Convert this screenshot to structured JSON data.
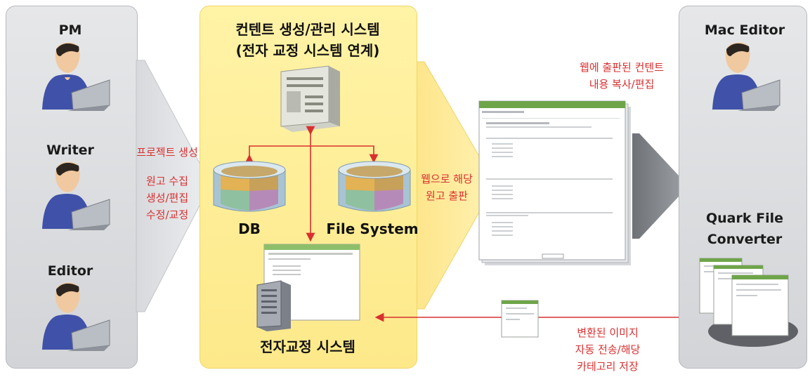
{
  "left_panel": {
    "people": [
      {
        "label": "PM"
      },
      {
        "label": "Writer"
      },
      {
        "label": "Editor"
      }
    ]
  },
  "center_panel": {
    "title_line1": "컨텐트 생성/관리 시스템",
    "title_line2": "(전자 교정 시스템 연계)",
    "db_label": "DB",
    "fs_label": "File System",
    "proof_label": "전자교정 시스템"
  },
  "right_panel": {
    "mac_editor_label": "Mac Editor",
    "converter_line1": "Quark File",
    "converter_line2": "Converter"
  },
  "annotations": {
    "project_create": "프로젝트 생성",
    "manuscript": [
      "원고 수집",
      "생성/편집",
      "수정/교정"
    ],
    "web_publish": [
      "웹으로 해당",
      "원고 출판"
    ],
    "web_copy": [
      "웹에 출판된 컨텐트",
      "내용 복사/편집"
    ],
    "converted": [
      "변환된 이미지",
      "자동 전송/해당",
      "카테고리 저장"
    ]
  },
  "colors": {
    "annotation_red": "#d83030",
    "panel_yellow": "#fde98a",
    "panel_gray": "#d9dadd",
    "shirt_blue": "#3f51a8"
  }
}
